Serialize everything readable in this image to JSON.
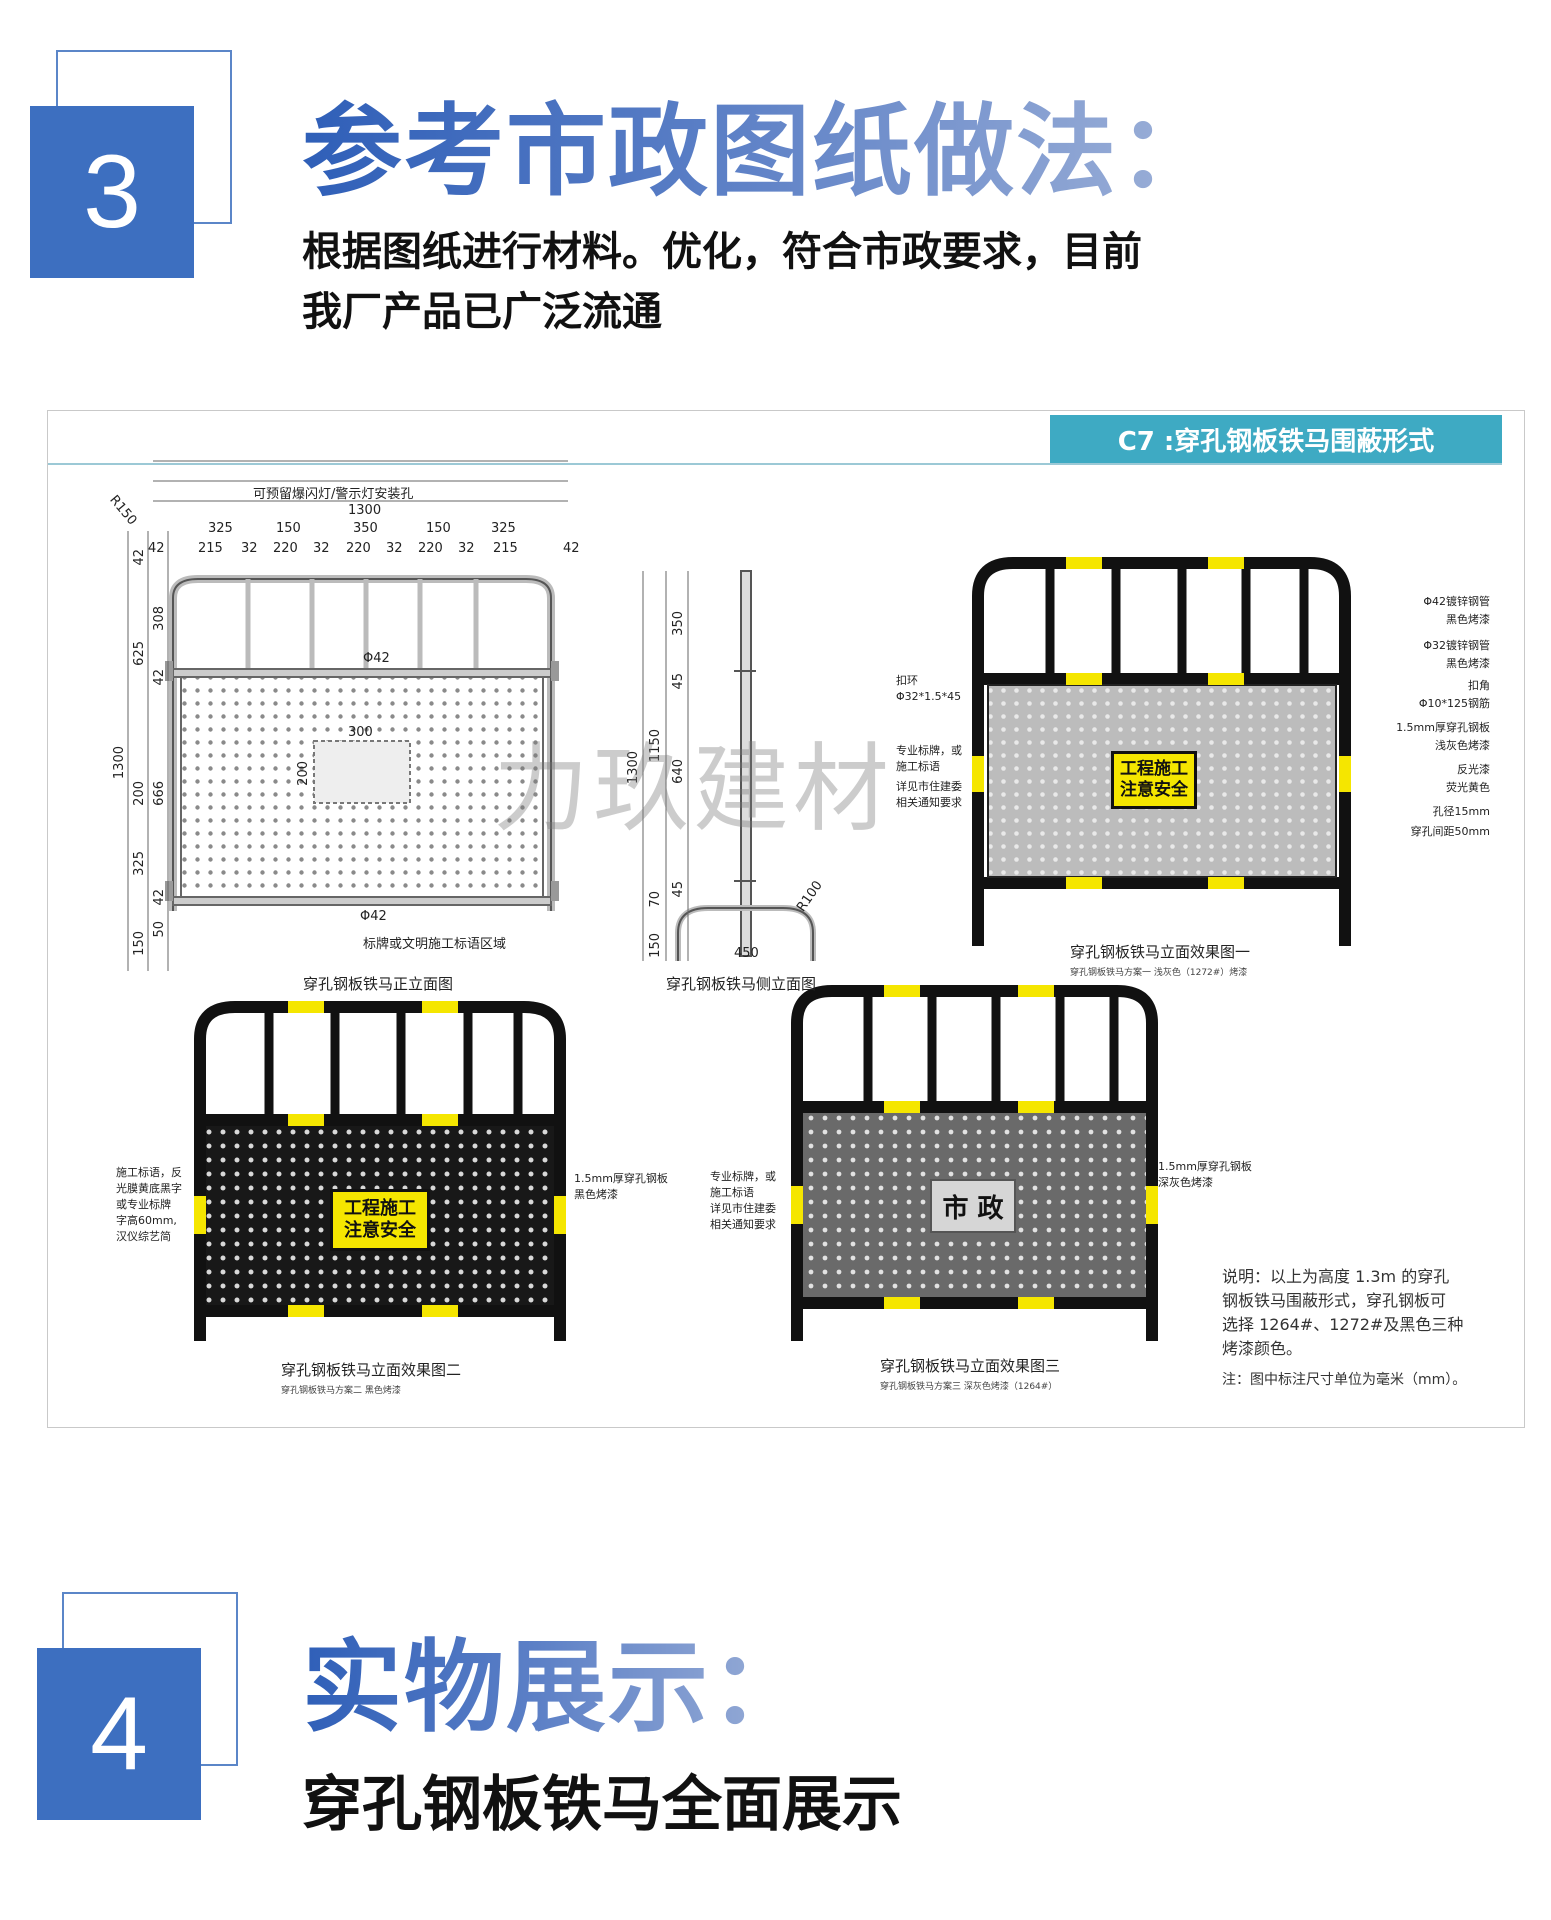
{
  "section3": {
    "number": "3",
    "title": "参考市政图纸做法：",
    "subtitle_line1": "根据图纸进行材料。优化，符合市政要求，目前",
    "subtitle_line2": "我厂产品已广泛流通"
  },
  "drawing": {
    "sheet_tag": "C7 :穿孔钢板铁马围蔽形式",
    "watermark": "力玖建材",
    "front_view": {
      "caption": "穿孔钢板铁马正立面图",
      "top_note": "可预留爆闪灯/警示灯安装孔",
      "dims_total": "1300",
      "dims_row1": [
        "325",
        "150",
        "350",
        "150",
        "325"
      ],
      "dims_row2": [
        "42",
        "215",
        "32",
        "220",
        "32",
        "220",
        "32",
        "220",
        "32",
        "215",
        "42"
      ],
      "radius": "R150",
      "left_dims": [
        "42",
        "308",
        "625",
        "42",
        "1300",
        "200",
        "666",
        "325",
        "42",
        "150",
        "50"
      ],
      "pipe_top": "Φ42",
      "pipe_bottom": "Φ42",
      "window_w": "300",
      "window_h": "200",
      "bottom_note": "标牌或文明施工标语区域"
    },
    "side_view": {
      "caption": "穿孔钢板铁马侧立面图",
      "dims": [
        "350",
        "45",
        "1150",
        "1300",
        "640",
        "45",
        "70",
        "150"
      ],
      "base": "450",
      "radius": "R100"
    },
    "effect1": {
      "caption": "穿孔钢板铁马立面效果图一",
      "sub": "穿孔钢板铁马方案一 浅灰色（1272#）烤漆",
      "sign": "工程施工\n注意安全",
      "left_notes": [
        "扣环",
        "Φ32*1.5*45",
        "专业标牌，或",
        "施工标语",
        "详见市住建委",
        "相关通知要求"
      ],
      "right_notes": [
        "Φ42镀锌钢管",
        "黑色烤漆",
        "Φ32镀锌钢管",
        "黑色烤漆",
        "扣角",
        "Φ10*125钢筋",
        "1.5mm厚穿孔钢板",
        "浅灰色烤漆",
        "反光漆",
        "荧光黄色",
        "孔径15mm",
        "穿孔间距50mm"
      ]
    },
    "effect2": {
      "caption": "穿孔钢板铁马立面效果图二",
      "sub": "穿孔钢板铁马方案二 黑色烤漆",
      "sign": "工程施工\n注意安全",
      "left_note": "施工标语，反\n光膜黄底黑字\n或专业标牌\n字高60mm,\n汉仪综艺简",
      "right_note": "1.5mm厚穿孔钢板\n黑色烤漆"
    },
    "effect3": {
      "caption": "穿孔钢板铁马立面效果图三",
      "sub": "穿孔钢板铁马方案三 深灰色烤漆（1264#）",
      "sign": "市 政",
      "left_note": "专业标牌，或\n施工标语\n详见市住建委\n相关通知要求",
      "right_note": "1.5mm厚穿孔钢板\n深灰色烤漆"
    },
    "explanation": "说明：以上为高度 1.3m 的穿孔\n钢板铁马围蔽形式，穿孔钢板可\n选择 1264#、1272#及黑色三种\n烤漆颜色。",
    "unit_note": "注：图中标注尺寸单位为毫米（mm）。"
  },
  "section4": {
    "number": "4",
    "title": "实物展示：",
    "subtitle": "穿孔钢板铁马全面展示"
  },
  "colors": {
    "accent_blue": "#3d6fc0",
    "tag_teal": "#3eaac3",
    "reflective_yellow": "#f5e600",
    "panel_black": "#1a1a1a",
    "panel_light_gray": "#bfbfbf",
    "panel_dark_gray": "#6d6d6d"
  }
}
